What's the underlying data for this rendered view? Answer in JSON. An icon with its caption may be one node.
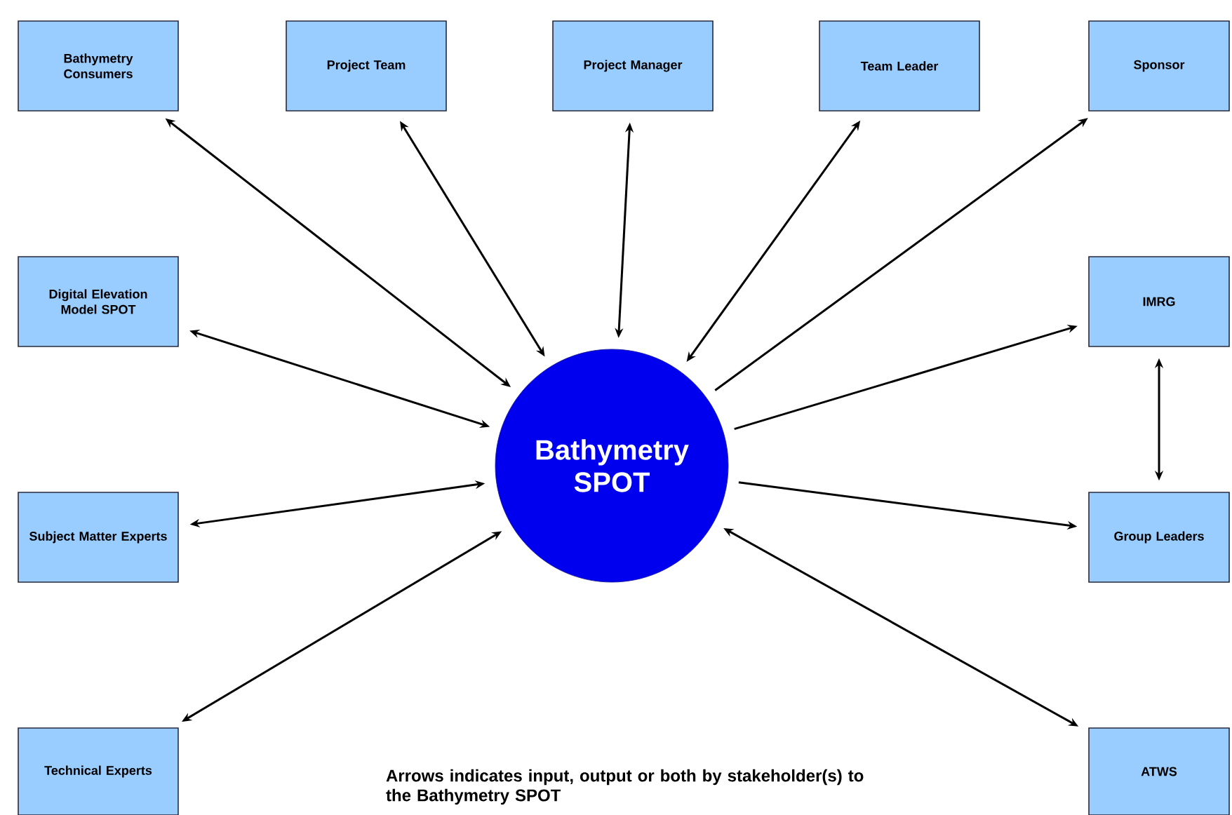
{
  "diagram": {
    "nodes": [
      {
        "text": [
          "Bathymetry Consumers"
        ]
      },
      {
        "text": [
          "Project Team"
        ]
      },
      {
        "text": [
          "Project Manager"
        ]
      },
      {
        "text": [
          "Team Leader"
        ]
      },
      {
        "text": [
          "Sponsor"
        ]
      },
      {
        "text": [
          "Digital Elevation Model SPOT"
        ]
      },
      {
        "text": [
          "IMRG"
        ]
      },
      {
        "text": [
          "Bathymetry SPOT"
        ]
      },
      {
        "text": [
          "Subject Matter Experts"
        ]
      },
      {
        "text": [
          "Group Leaders"
        ]
      },
      {
        "text": [
          "Technical Experts"
        ]
      },
      {
        "text": [
          "ATWS"
        ]
      }
    ],
    "edges": [
      {
        "from": 7,
        "to": 0,
        "arrow": "both"
      },
      {
        "from": 7,
        "to": 1,
        "arrow": "both"
      },
      {
        "from": 7,
        "to": 2,
        "arrow": "both"
      },
      {
        "from": 7,
        "to": 3,
        "arrow": "both"
      },
      {
        "from": 7,
        "to": 4,
        "arrow": "to"
      },
      {
        "from": 7,
        "to": 5,
        "arrow": "both"
      },
      {
        "from": 7,
        "to": 6,
        "arrow": "to"
      },
      {
        "from": 6,
        "to": 9,
        "arrow": "both"
      },
      {
        "from": 7,
        "to": 8,
        "arrow": "both"
      },
      {
        "from": 7,
        "to": 9,
        "arrow": "to"
      },
      {
        "from": 7,
        "to": 10,
        "arrow": "both"
      },
      {
        "from": 7,
        "to": 11,
        "arrow": "both"
      }
    ],
    "labels": [
      "Arrows indicates input, output or both by stakeholder(s) to the Bathymetry SPOT"
    ]
  }
}
